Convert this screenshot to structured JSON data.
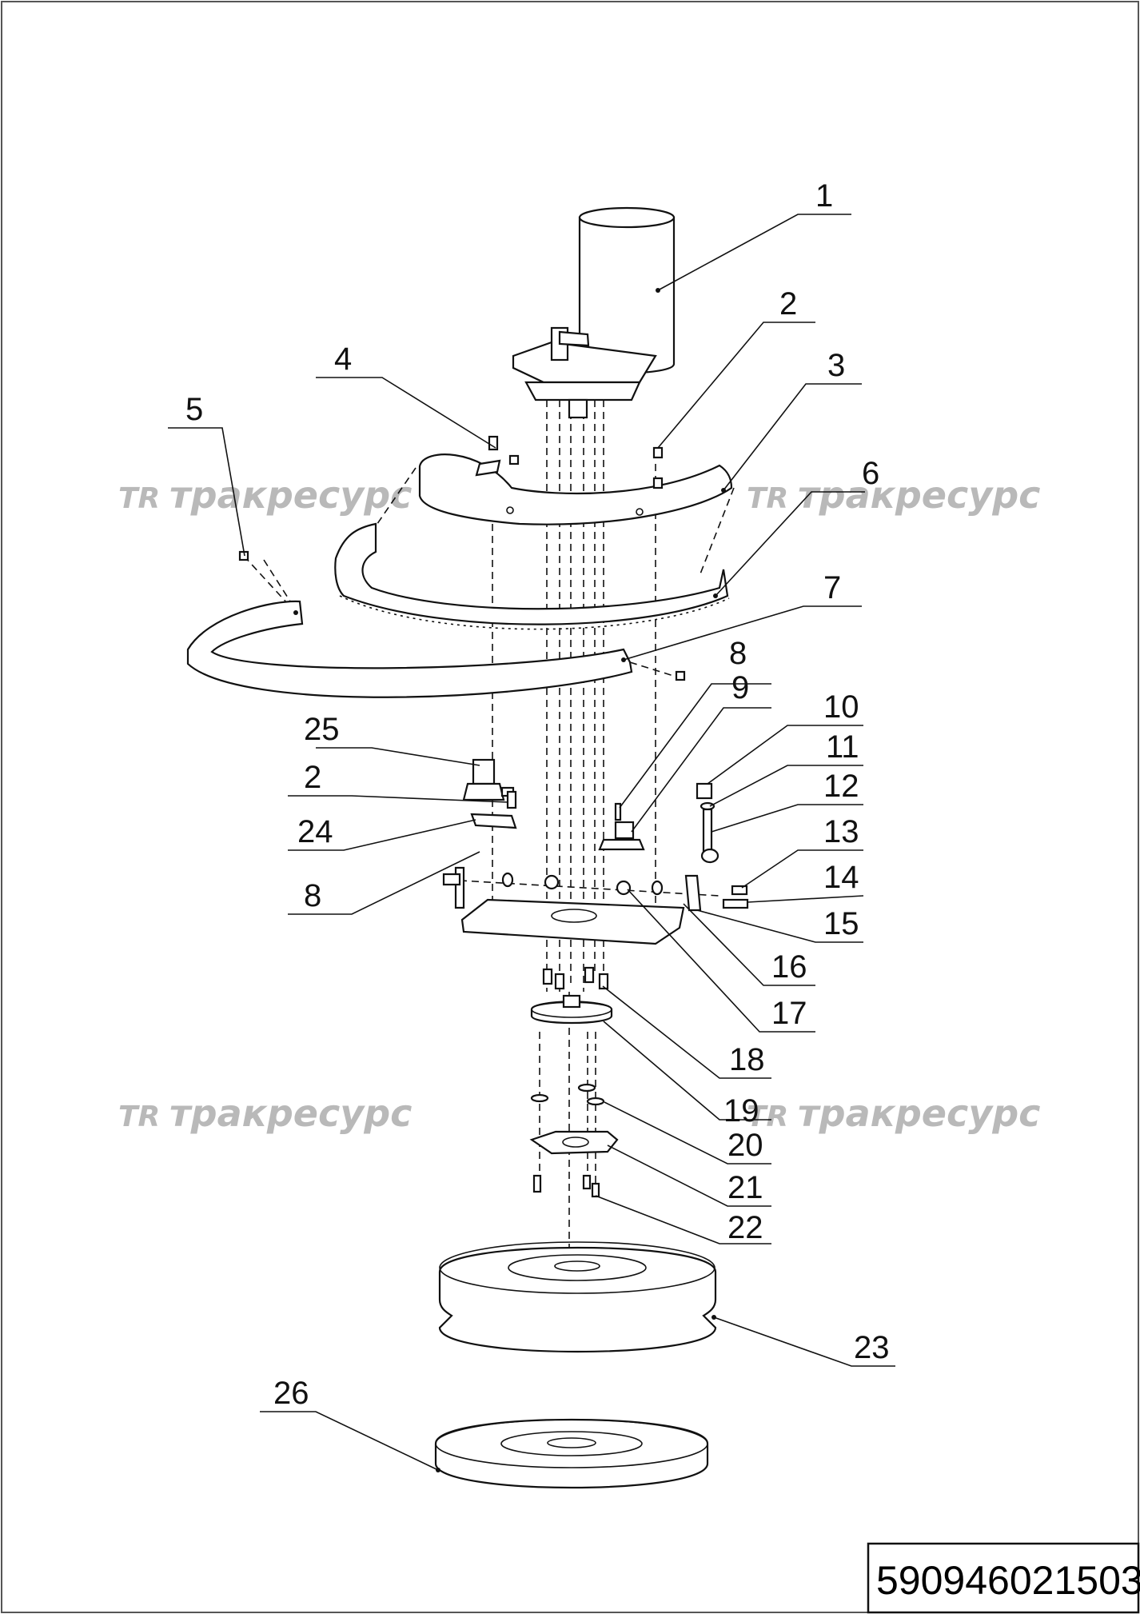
{
  "drawing": {
    "part_code": "590946021503",
    "watermark_logo": "TR",
    "watermark_text": "тракресурс"
  },
  "callouts": [
    {
      "label": "1"
    },
    {
      "label": "2"
    },
    {
      "label": "3"
    },
    {
      "label": "4"
    },
    {
      "label": "5"
    },
    {
      "label": "6"
    },
    {
      "label": "7"
    },
    {
      "label": "8"
    },
    {
      "label": "9"
    },
    {
      "label": "10"
    },
    {
      "label": "11"
    },
    {
      "label": "12"
    },
    {
      "label": "13"
    },
    {
      "label": "14"
    },
    {
      "label": "15"
    },
    {
      "label": "16"
    },
    {
      "label": "17"
    },
    {
      "label": "18"
    },
    {
      "label": "19"
    },
    {
      "label": "20"
    },
    {
      "label": "21"
    },
    {
      "label": "22"
    },
    {
      "label": "23"
    },
    {
      "label": "24"
    },
    {
      "label": "25"
    },
    {
      "label": "26"
    },
    {
      "label": "2"
    },
    {
      "label": "8"
    }
  ]
}
